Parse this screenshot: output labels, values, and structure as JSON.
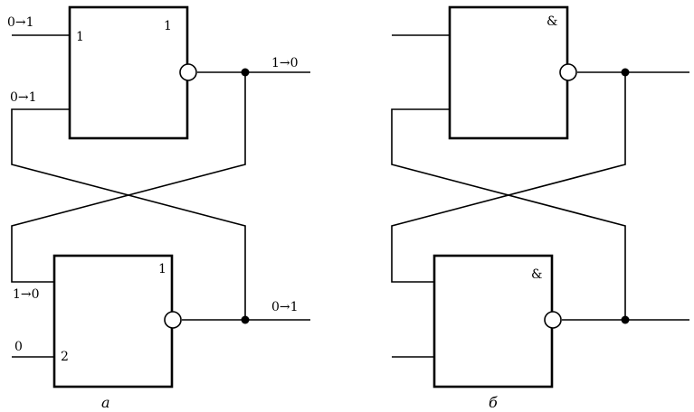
{
  "panel_a": {
    "caption": "а",
    "top_gate": {
      "pin_label": "1",
      "symbol": "1",
      "input_state": "0→1",
      "feedback_input_state": "0→1",
      "output_state": "1→0"
    },
    "bottom_gate": {
      "symbol": "1",
      "pin1_state": "1→0",
      "pin2_label": "2",
      "pin2_state": "0",
      "output_state": "0→1"
    }
  },
  "panel_b": {
    "caption": "б",
    "top_gate": {
      "symbol": "&"
    },
    "bottom_gate": {
      "symbol": "&"
    }
  }
}
